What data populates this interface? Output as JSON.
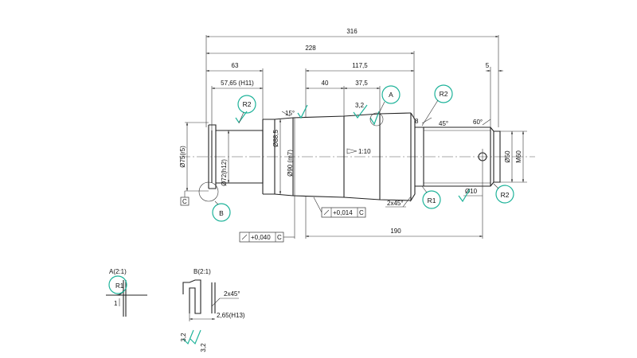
{
  "dimensions": {
    "overall_length": "316",
    "length_228": "228",
    "length_63": "63",
    "length_5765": "57,65 (H11)",
    "length_1175": "117,5",
    "length_40": "40",
    "length_375": "37,5",
    "length_5": "5",
    "length_190": "190",
    "length_8": "8"
  },
  "diameters": {
    "d75": "Ø75(r5)",
    "d72": "Ø72(h12)",
    "d885": "Ø88,5",
    "d90": "Ø90 (m7)",
    "d50": "Ø50",
    "m60": "M60",
    "d10": "Ø10"
  },
  "annotations": {
    "taper": "1:10",
    "angle15": "15°",
    "angle45": "45°",
    "angle60": "60°",
    "chamfer": "2x45°",
    "roughness": "3,2",
    "datum_c": "C",
    "tol1_value": "+0,014",
    "tol1_ref": "C",
    "tol2_value": "+0,040",
    "tol2_ref": "C"
  },
  "callouts": {
    "r2_left": "R2",
    "a": "A",
    "r2_right": "R2",
    "b": "B",
    "r1": "R1",
    "r2_bottom": "R2"
  },
  "details": {
    "detail_a_title": "A(2:1)",
    "detail_a_r1": "R1",
    "detail_a_1": "1",
    "detail_b_title": "B(2:1)",
    "detail_b_chamfer": "2x45°",
    "detail_b_groove": "2,65(H13)",
    "detail_b_rough1": "3,2",
    "detail_b_rough2": "3,2"
  }
}
